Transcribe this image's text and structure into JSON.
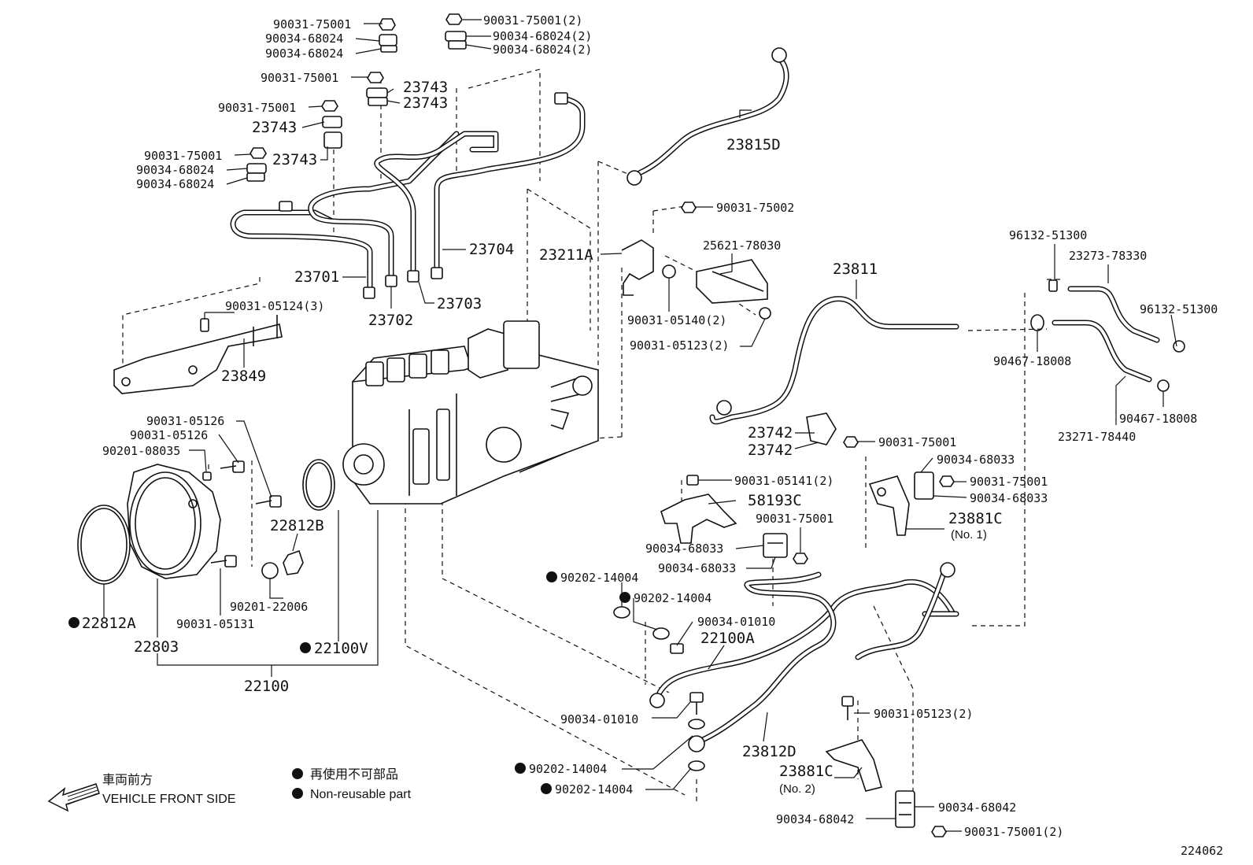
{
  "part_labels": {
    "p_90031_75001_a": "90031-75001",
    "p_90034_68024_a": "90034-68024",
    "p_90034_68024_b": "90034-68024",
    "p_90031_75001_b": "90031-75001",
    "p_23743_a": "23743",
    "p_23743_b": "23743",
    "p_90031_75001_c": "90031-75001",
    "p_23743_c": "23743",
    "p_90031_75001_d": "90031-75001",
    "p_23743_d": "23743",
    "p_90034_68024_c": "90034-68024",
    "p_90034_68024_d": "90034-68024",
    "p_90031_75001_2_top": "90031-75001(2)",
    "p_90034_68024_2_a": "90034-68024(2)",
    "p_90034_68024_2_b": "90034-68024(2)",
    "p_23815d": "23815D",
    "p_90031_75002": "90031-75002",
    "p_23704": "23704",
    "p_23701": "23701",
    "p_23702": "23702",
    "p_23703": "23703",
    "p_23211a": "23211A",
    "p_25621_78030": "25621-78030",
    "p_90031_05140_2": "90031-05140(2)",
    "p_90031_05123_2_a": "90031-05123(2)",
    "p_23811": "23811",
    "p_96132_51300_a": "96132-51300",
    "p_23273_78330": "23273-78330",
    "p_96132_51300_b": "96132-51300",
    "p_90467_18008_a": "90467-18008",
    "p_90467_18008_b": "90467-18008",
    "p_23271_78440": "23271-78440",
    "p_90031_05124_3": "90031-05124(3)",
    "p_23849": "23849",
    "p_90031_05126_a": "90031-05126",
    "p_90031_05126_b": "90031-05126",
    "p_90201_08035": "90201-08035",
    "p_22812b": "22812B",
    "p_90201_22006": "90201-22006",
    "p_22812a": "22812A",
    "p_90031_05131": "90031-05131",
    "p_22803": "22803",
    "p_22100v": "22100V",
    "p_22100": "22100",
    "p_23742_a": "23742",
    "p_23742_b": "23742",
    "p_90031_75001_e": "90031-75001",
    "p_90034_68033_a": "90034-68033",
    "p_90031_75001_f": "90031-75001",
    "p_90034_68033_b": "90034-68033",
    "p_23881c_1": "23881C",
    "p_no1": "(No. 1)",
    "p_90031_05141_2": "90031-05141(2)",
    "p_58193c": "58193C",
    "p_90031_75001_g": "90031-75001",
    "p_90034_68033_c": "90034-68033",
    "p_90034_68033_d": "90034-68033",
    "p_90202_14004_a": "90202-14004",
    "p_90202_14004_b": "90202-14004",
    "p_90034_01010_a": "90034-01010",
    "p_22100a": "22100A",
    "p_90034_01010_b": "90034-01010",
    "p_90031_05123_2_b": "90031-05123(2)",
    "p_23812d": "23812D",
    "p_90202_14004_c": "90202-14004",
    "p_90202_14004_d": "90202-14004",
    "p_23881c_2": "23881C",
    "p_no2": "(No. 2)",
    "p_90034_68042_a": "90034-68042",
    "p_90034_68042_b": "90034-68042",
    "p_90031_75001_2_bot": "90031-75001(2)"
  },
  "legend": {
    "front_jp": "車両前方",
    "front_en": "VEHICLE FRONT SIDE",
    "nonreuse_jp": "再使用不可部品",
    "nonreuse_en": "Non-reusable part"
  },
  "figure_id": "224062",
  "icons": {
    "arrow": "front-direction-arrow-icon",
    "dot": "non-reusable-dot-icon"
  }
}
